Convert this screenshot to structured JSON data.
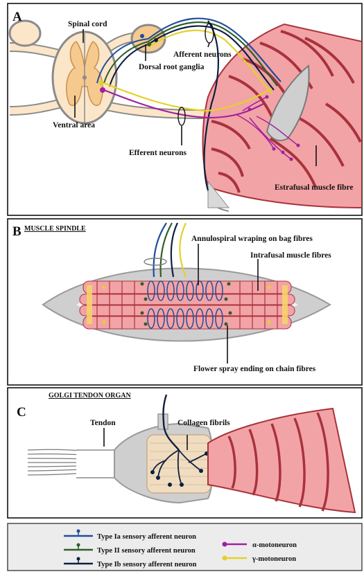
{
  "panels": {
    "a": {
      "letter": "A",
      "labels": {
        "spinal_cord": "Spinal cord",
        "afferent_neurons": "Afferent neurons",
        "dorsal_root_ganglia": "Dorsal root ganglia",
        "ventral_area": "Ventral area",
        "efferent_neurons": "Efferent neurons",
        "extrafusal": "Estrafusal muscle fibre"
      }
    },
    "b": {
      "letter": "B",
      "title": "MUSCLE SPINDLE",
      "labels": {
        "annulospiral": "Annulospiral wraping on bag fibres",
        "intrafusal": "Intrafusal muscle fibres",
        "flower_spray": "Flower spray ending on chain fibres"
      }
    },
    "c": {
      "letter": "C",
      "title": "GOLGI TENDON ORGAN",
      "labels": {
        "tendon": "Tendon",
        "collagen": "Collagen fibrils"
      }
    }
  },
  "legend": {
    "items": [
      {
        "label": "Type Ia sensory afferent neuron",
        "color": "#1f4e9a",
        "icon": "ending-line-icon"
      },
      {
        "label": "Type II sensory afferent neuron",
        "color": "#2e5e2a",
        "icon": "ending-line-icon"
      },
      {
        "label": "Type Ib sensory afferent neuron",
        "color": "#0d1f40",
        "icon": "ending-line-icon"
      },
      {
        "label": "α-motoneuron",
        "color": "#a0209e",
        "icon": "dot-line-icon"
      },
      {
        "label": "γ-motoneuron",
        "color": "#e3d12a",
        "icon": "dot-line-icon"
      }
    ]
  },
  "colors": {
    "muscle": "#f2a3a6",
    "muscle_band": "#a8323c",
    "spinal_cord": "#fbe6c9",
    "grey_matter": "#f6c98f",
    "spindle_capsule": "#cfcfcf",
    "legend_bg": "#ececec"
  }
}
